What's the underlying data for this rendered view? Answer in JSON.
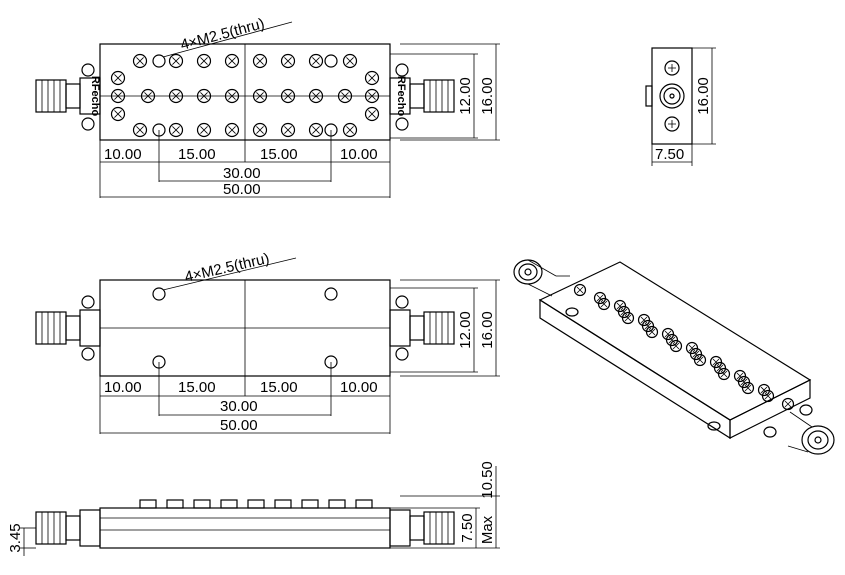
{
  "brand": "RFecho",
  "top_view": {
    "hole_note": "4×M2.5(thru)",
    "dims_bottom": [
      "10.00",
      "15.00",
      "15.00",
      "10.00"
    ],
    "dim_mid": "30.00",
    "dim_total": "50.00",
    "dim_height_inner": "12.00",
    "dim_height_outer": "16.00"
  },
  "side_view": {
    "dim_width": "7.50",
    "dim_height": "16.00"
  },
  "bottom_view": {
    "hole_note": "4×M2.5(thru)",
    "dims_bottom": [
      "10.00",
      "15.00",
      "15.00",
      "10.00"
    ],
    "dim_mid": "30.00",
    "dim_total": "50.00",
    "dim_height_inner": "12.00",
    "dim_height_outer": "16.00"
  },
  "front_view": {
    "dim_left": "3.45",
    "dim_body": "7.50",
    "dim_max": "10.50",
    "max_label": "Max"
  }
}
